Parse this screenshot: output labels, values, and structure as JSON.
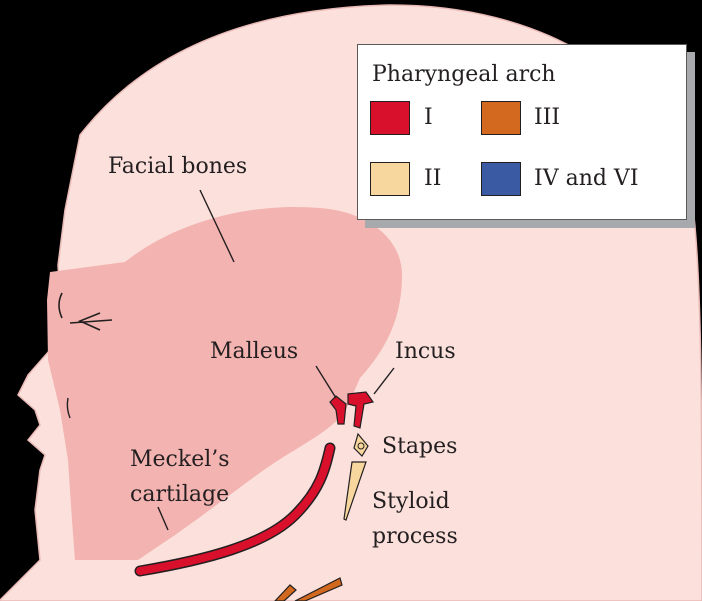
{
  "colors": {
    "background": "#000000",
    "head": "#fbe0dc",
    "facial_bones": "#f3b3b0",
    "arch_I": "#d9102c",
    "arch_II": "#f7d79e",
    "arch_III": "#d2691e",
    "arch_IV_VI": "#3b5aa4",
    "outline": "#231f20"
  },
  "legend": {
    "title": "Pharyngeal arch",
    "items": [
      {
        "label": "I",
        "color": "#d9102c"
      },
      {
        "label": "III",
        "color": "#d2691e"
      },
      {
        "label": "II",
        "color": "#f7d79e"
      },
      {
        "label": "IV and VI",
        "color": "#3b5aa4"
      }
    ]
  },
  "labels": {
    "facial_bones": "Facial bones",
    "malleus": "Malleus",
    "incus": "Incus",
    "stapes": "Stapes",
    "styloid_1": "Styloid",
    "styloid_2": "process",
    "meckels_1": "Meckel’s",
    "meckels_2": "cartilage"
  }
}
